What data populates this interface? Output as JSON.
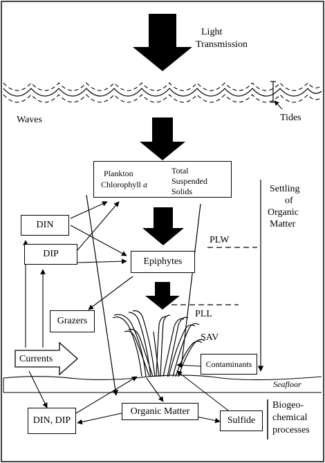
{
  "labels": {
    "light_transmission_1": "Light",
    "light_transmission_2": "Transmission",
    "waves": "Waves",
    "tides": "Tides",
    "plankton_1": "Plankton",
    "plankton_2": "Chlorophyll",
    "plankton_2b": "a",
    "tss_1": "Total",
    "tss_2": "Suspended",
    "tss_3": "Solids",
    "settling_1": "Settling",
    "settling_2": "of",
    "settling_3": "Organic",
    "settling_4": "Matter",
    "din": "DIN",
    "dip": "DIP",
    "epiphytes": "Epiphytes",
    "plw": "PLW",
    "pll": "PLL",
    "sav": "SAV",
    "grazers": "Grazers",
    "currents": "Currents",
    "contaminants": "Contaminants",
    "seafloor": "Seafloor",
    "din_dip": "DIN, DIP",
    "organic_matter": "Organic Matter",
    "sulfide": "Sulfide",
    "biogeo_1": "Biogeo-",
    "biogeo_2": "chemical",
    "biogeo_3": "processes"
  },
  "colors": {
    "ink": "#000000",
    "paper": "#ffffff"
  }
}
